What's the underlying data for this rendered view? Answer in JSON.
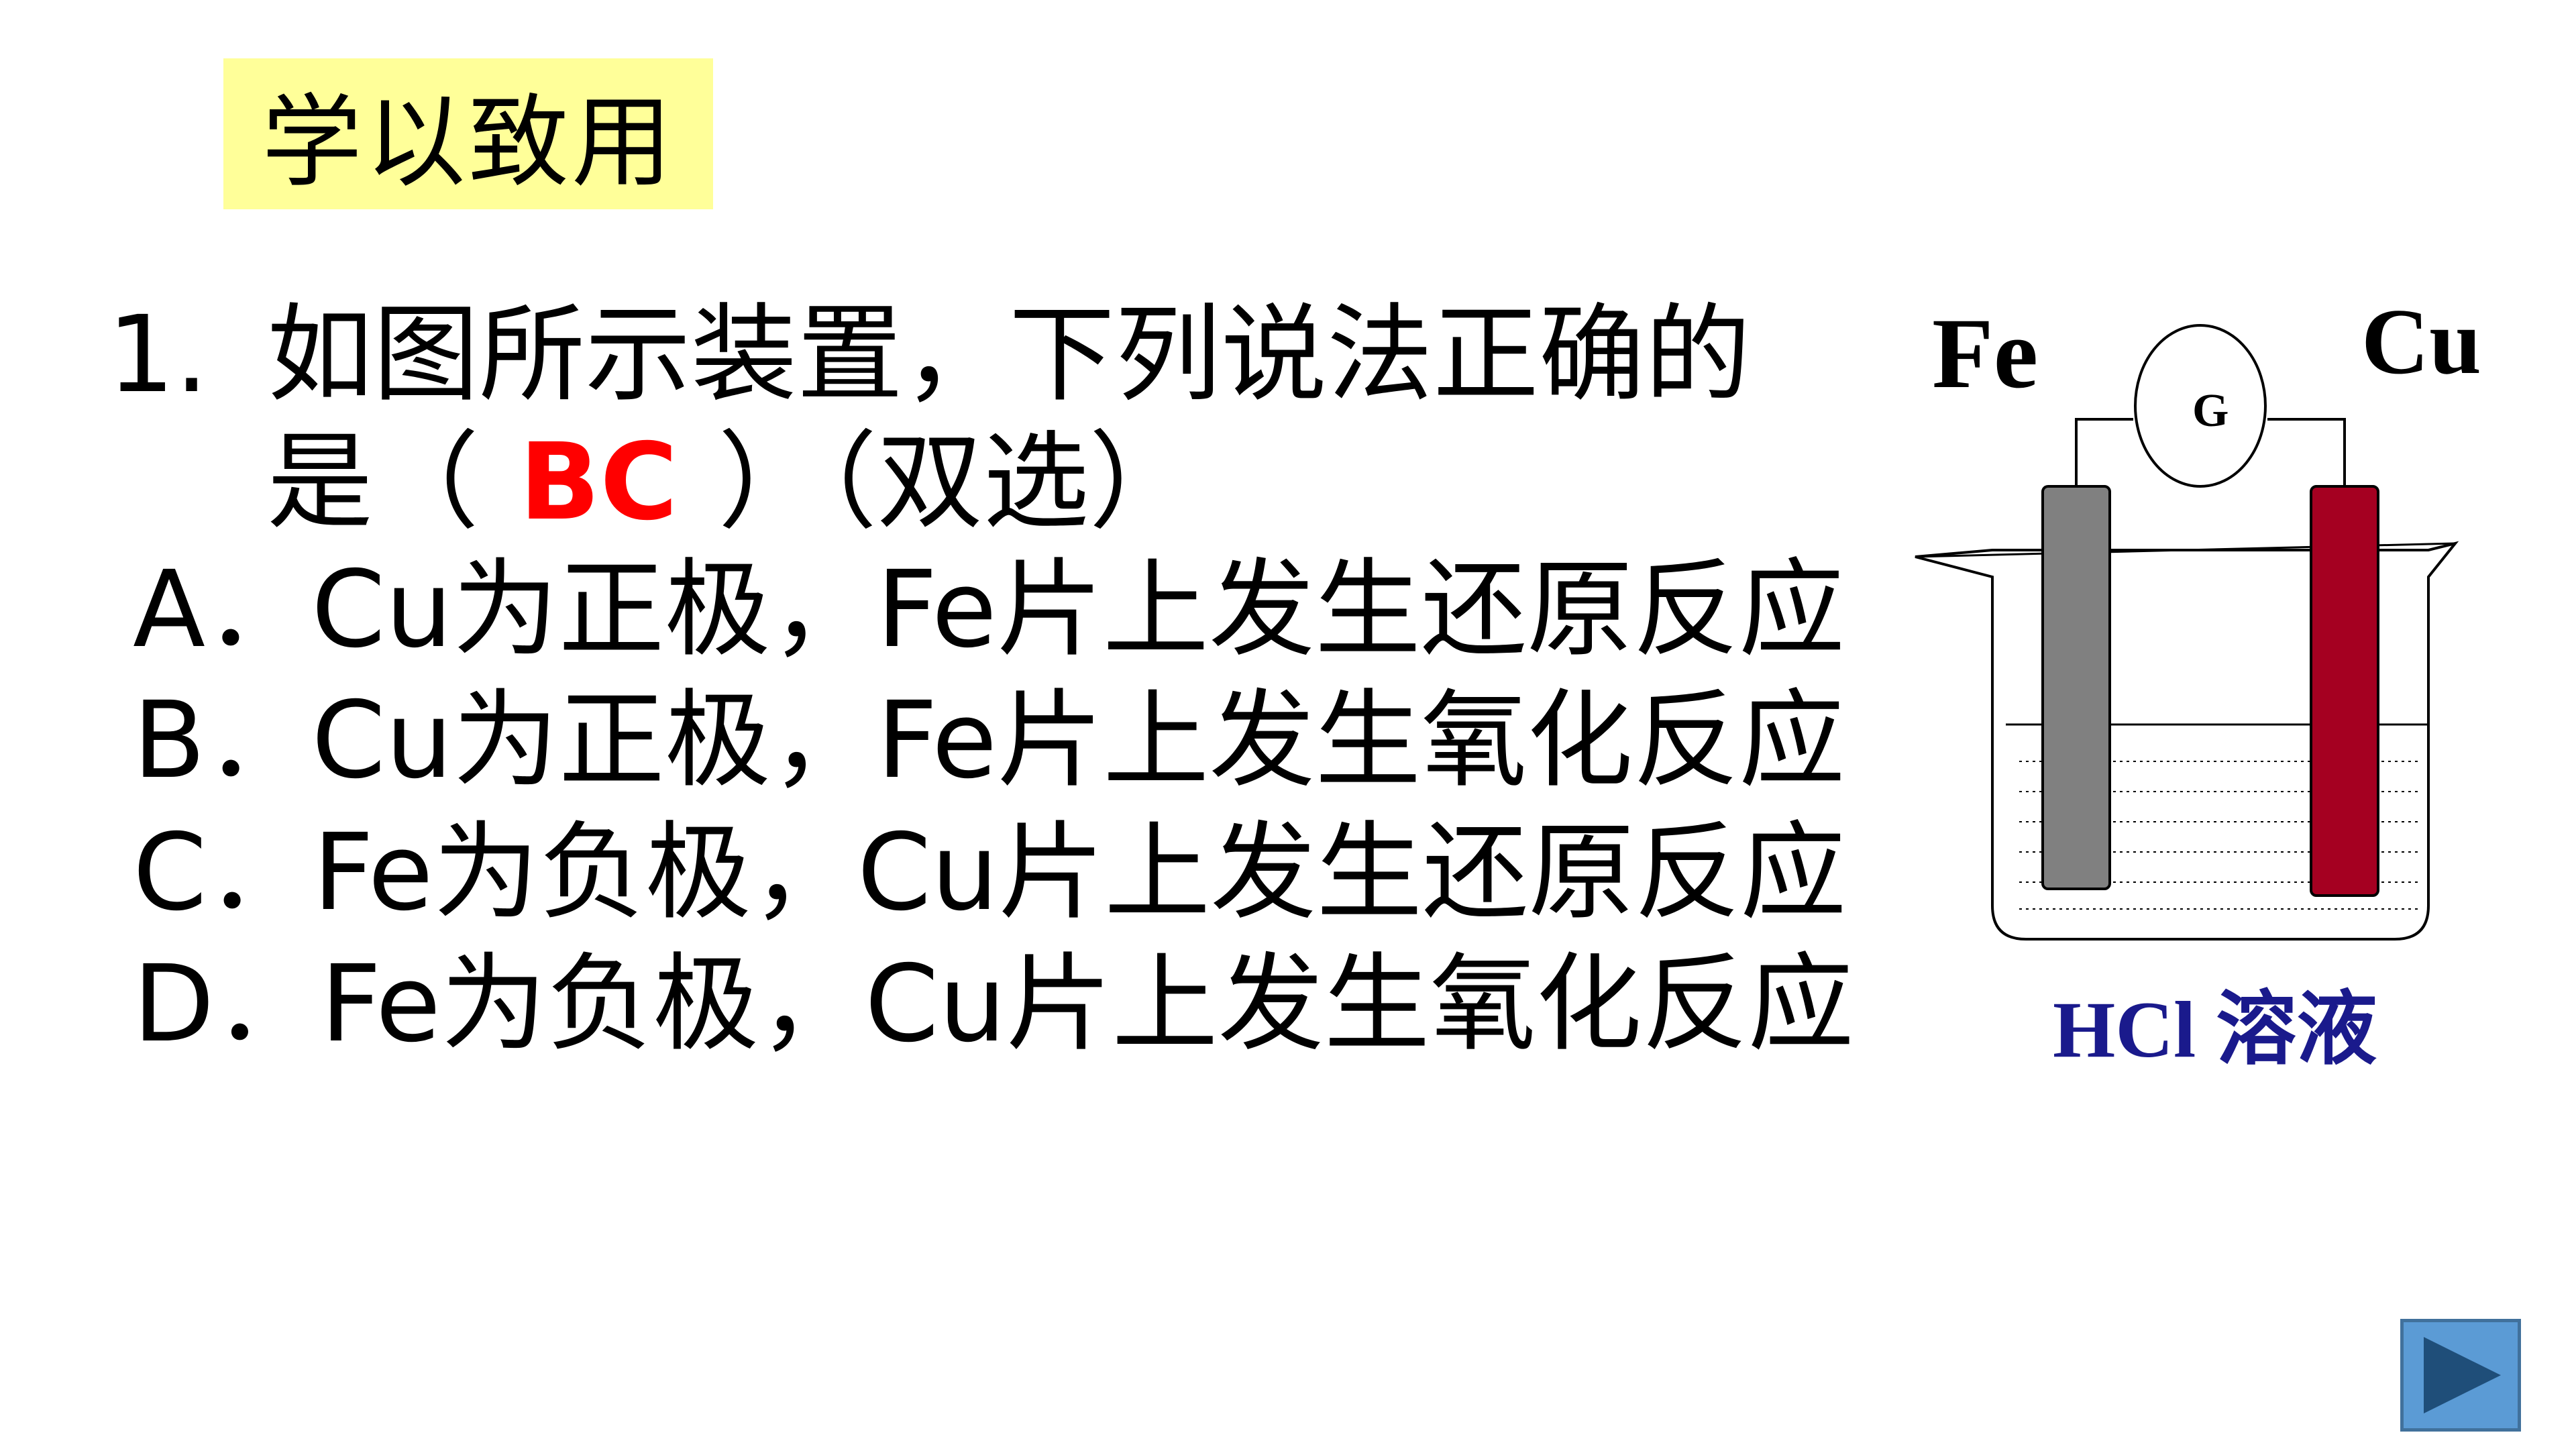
{
  "header": {
    "title": "学以致用"
  },
  "question": {
    "number": "1.",
    "line1": "如图所示装置，下列说法正确的",
    "line2_prefix": "是（",
    "answer": "BC",
    "line2_suffix": "）（双选）"
  },
  "options": [
    {
      "letter": "A．",
      "text": "Cu为正极，Fe片上发生还原反应"
    },
    {
      "letter": "B．",
      "text": "Cu为正极，Fe片上发生氧化反应"
    },
    {
      "letter": "C．",
      "text": "Fe为负极，Cu片上发生还原反应"
    },
    {
      "letter": "D．",
      "text": "Fe为负极，Cu片上发生氧化反应"
    }
  ],
  "diagram": {
    "left_electrode_label": "Fe",
    "right_electrode_label": "Cu",
    "meter_label": "G",
    "solution_label": "HCl 溶液",
    "colors": {
      "fe_electrode": "#808080",
      "cu_electrode": "#a50021",
      "solution_label": "#1a1a8c"
    }
  },
  "colors": {
    "header_background": "#ffff99",
    "answer": "#ff0000",
    "next_button": "#5b9bd5"
  },
  "navigation": {
    "next_icon": "play-triangle-icon"
  }
}
